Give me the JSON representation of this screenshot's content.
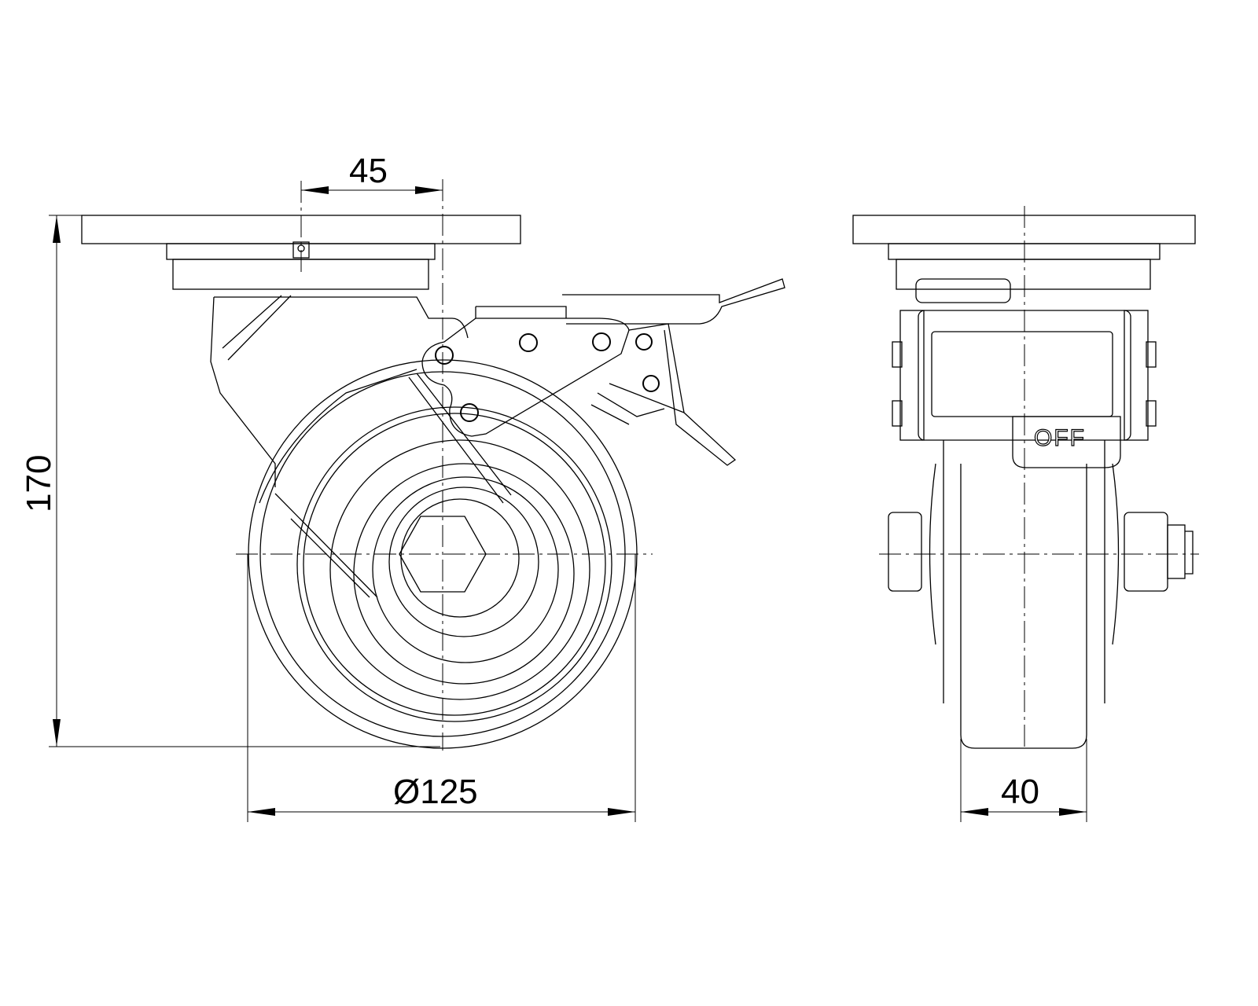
{
  "drawing": {
    "title": "Swivel castor with total brake - dimensional drawing",
    "dimensions": {
      "offset": "45",
      "height": "170",
      "wheel_diameter": "Ø125",
      "wheel_width": "40"
    },
    "brake_label": "OFF"
  }
}
